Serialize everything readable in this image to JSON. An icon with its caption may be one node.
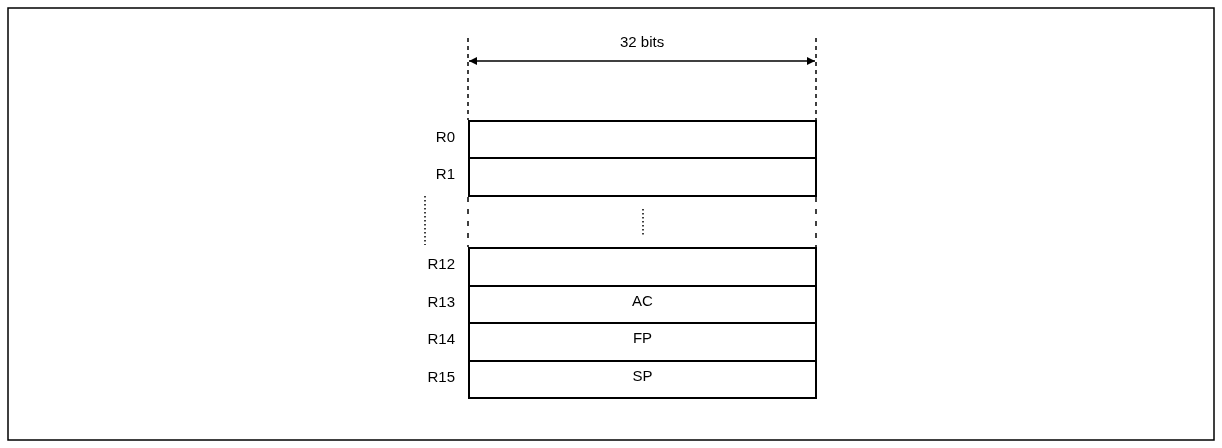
{
  "diagram": {
    "nodes": [
      {
        "text": [],
        "shape": "box",
        "beside": [
          "R0"
        ]
      },
      {
        "text": [],
        "shape": "box",
        "beside": [
          "R1"
        ]
      },
      {
        "text": [],
        "shape": "box",
        "beside": [
          "R12"
        ]
      },
      {
        "text": [
          "AC"
        ],
        "beside": [
          "R13"
        ]
      },
      {
        "text": [
          "FP"
        ],
        "beside": [
          "R14"
        ]
      },
      {
        "text": [
          "SP"
        ],
        "beside": [
          "R15"
        ]
      }
    ],
    "labels": [
      "32 bits"
    ]
  }
}
